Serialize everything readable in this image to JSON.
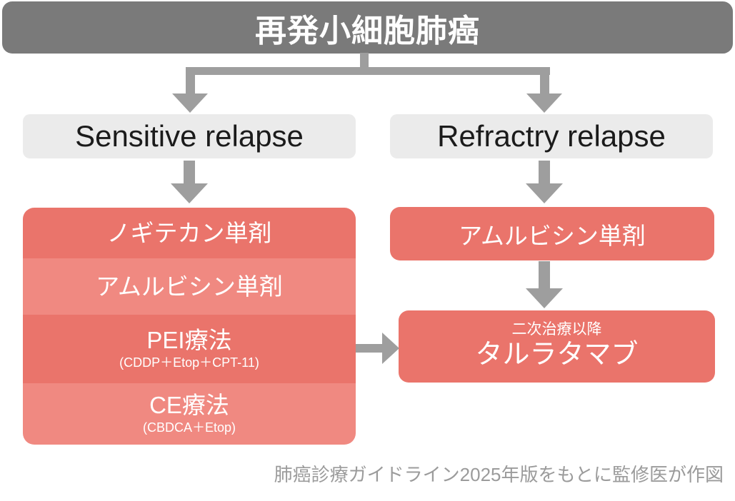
{
  "root": {
    "title": "再発小細胞肺癌"
  },
  "branches": {
    "left": {
      "label": "Sensitive relapse"
    },
    "right": {
      "label": "Refractry relapse"
    }
  },
  "left_stack": {
    "rows": [
      {
        "title": "ノギテカン単剤",
        "subtitle": ""
      },
      {
        "title": "アムルビシン単剤",
        "subtitle": ""
      },
      {
        "title": "PEI療法",
        "subtitle": "(CDDP＋Etop＋CPT-11)"
      },
      {
        "title": "CE療法",
        "subtitle": "(CBDCA＋Etop)"
      }
    ]
  },
  "right_column": {
    "amrubicin": {
      "title": "アムルビシン単剤"
    },
    "tarlatamab": {
      "pretitle": "二次治療以降",
      "title": "タルラタマブ"
    }
  },
  "caption": "肺癌診療ガイドライン2025年版をもとに監修医が作図",
  "colors": {
    "header_gray": "#7A7A7A",
    "arrow_gray": "#9E9E9E",
    "relapse_box_gray": "#EBEBEB",
    "treatment_red_dark": "#EA746B",
    "treatment_red_light": "#F08981",
    "caption_gray": "#9B9B9B",
    "text_white": "#FFFFFF",
    "text_dark": "#1B1B1B"
  }
}
